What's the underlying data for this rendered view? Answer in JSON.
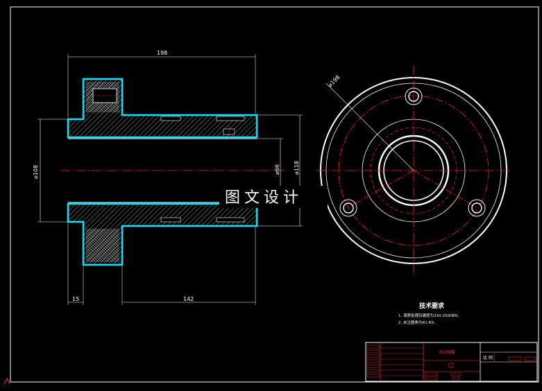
{
  "front_view": {
    "dim_overall_length": "198",
    "dim_flange_width": "15",
    "dim_shaft_length": "142",
    "dim_left_diameter": "⌀108",
    "dim_bore_diameter": "⌀66",
    "dim_right_diameter": "⌀118"
  },
  "side_view": {
    "dim_outer_diameter": "⌀198"
  },
  "watermark": "图文设计",
  "technical_requirements": {
    "title": "技术要求",
    "notes": [
      "1. 调质处理后硬度为230-250HBS;",
      "2. 未注圆角为R1-R5;"
    ]
  },
  "title_block": {
    "part_name": "法兰轴套",
    "label_code": "",
    "colors": {
      "frame": "#ff3030",
      "line": "#ffffff"
    }
  },
  "colors": {
    "background": "#000000",
    "outline": "#ffffff",
    "section_hatch": "#00e5ff",
    "centerline": "#ff2020",
    "hidden": "#ff2020"
  }
}
